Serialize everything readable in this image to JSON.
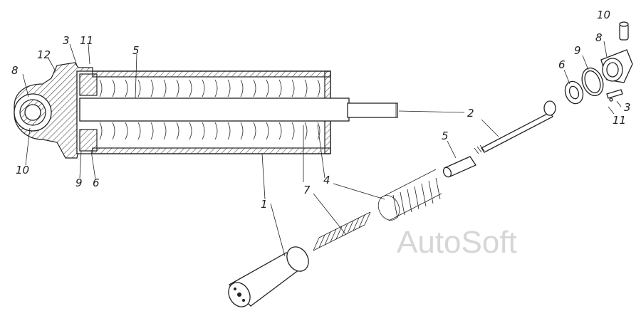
{
  "labels": {
    "left_8": "8",
    "left_12": "12",
    "left_3": "3",
    "left_11": "11",
    "left_5": "5",
    "left_10": "10",
    "left_9": "9",
    "left_6": "6",
    "mid_1": "1",
    "mid_7": "7",
    "mid_4": "4",
    "mid_5": "5",
    "mid_2": "2",
    "right_10": "10",
    "right_8": "8",
    "right_6": "6",
    "right_9": "9",
    "right_3": "3",
    "right_11": "11"
  },
  "watermark": "AutoSoft"
}
